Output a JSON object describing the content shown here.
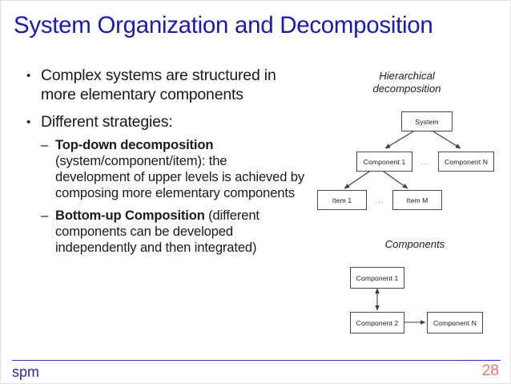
{
  "slide": {
    "title": "System Organization and Decomposition"
  },
  "content": {
    "bullets": [
      {
        "marker": "•",
        "text": "Complex systems are structured in more elementary components"
      },
      {
        "marker": "•",
        "text": "Different strategies:",
        "sub_bullets": [
          {
            "marker": "–",
            "bold": "Top-down decomposition",
            "text": " (system/component/item): the development of upper levels is achieved by composing more elementary components"
          },
          {
            "marker": "–",
            "bold": "Bottom-up Composition",
            "text": " (different components can be developed independently and then integrated)"
          }
        ]
      }
    ]
  },
  "diagrams": {
    "hierarchical": {
      "caption_line1": "Hierarchical",
      "caption_line2": "decomposition",
      "nodes": {
        "system": "System",
        "component_1": "Component 1",
        "component_n": "Component N",
        "item_1": "Item 1",
        "item_m": "Item M"
      },
      "ellipsis_components": "...",
      "ellipsis_items": "..."
    },
    "components": {
      "caption": "Components",
      "nodes": {
        "component_1": "Component 1",
        "component_2": "Component 2",
        "component_n": "Component N"
      }
    }
  },
  "footer": {
    "brand": "spm",
    "page_number": "28"
  },
  "colors": {
    "title_blue": "#1a1ab4",
    "footer_blue": "#2a2aa8",
    "page_number_red": "#f1736a",
    "node_border": "#4a4a4a",
    "body_text": "#1a1a1a"
  }
}
